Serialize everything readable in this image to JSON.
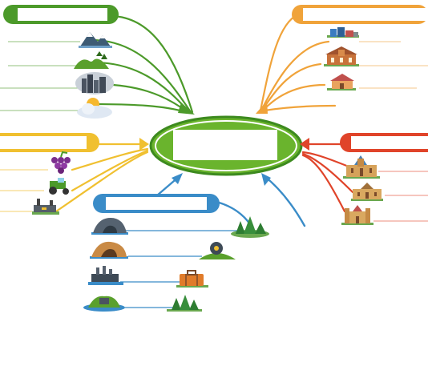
{
  "colors": {
    "green": "#4c9a2a",
    "center_fill": "#6ab42d",
    "center_ring": "#3d8a1f",
    "orange": "#f0a33a",
    "yellow": "#f0c030",
    "blue": "#3a8cc8",
    "red": "#e0442a"
  },
  "center": {
    "label": ""
  },
  "branches": [
    {
      "key": "green",
      "label": "",
      "icons": [
        "mountains-icon",
        "green-hills-icon",
        "city-skyline-icon",
        "sun-cloud-icon"
      ]
    },
    {
      "key": "orange",
      "label": "",
      "icons": [
        "city-buildings-icon",
        "townhall-icon",
        "house-icon"
      ]
    },
    {
      "key": "yellow",
      "label": "",
      "icons": [
        "grapes-icon",
        "tractor-icon",
        "factory-icon"
      ]
    },
    {
      "key": "blue",
      "label": "",
      "icons": [
        "cave-icon",
        "rock-cave-icon",
        "harbor-ship-icon",
        "island-icon",
        "forest-icon",
        "location-pin-icon",
        "suitcase-icon",
        "trees-icon"
      ]
    },
    {
      "key": "red",
      "label": "",
      "icons": [
        "cathedral-icon",
        "church-icon",
        "castle-icon"
      ]
    }
  ]
}
